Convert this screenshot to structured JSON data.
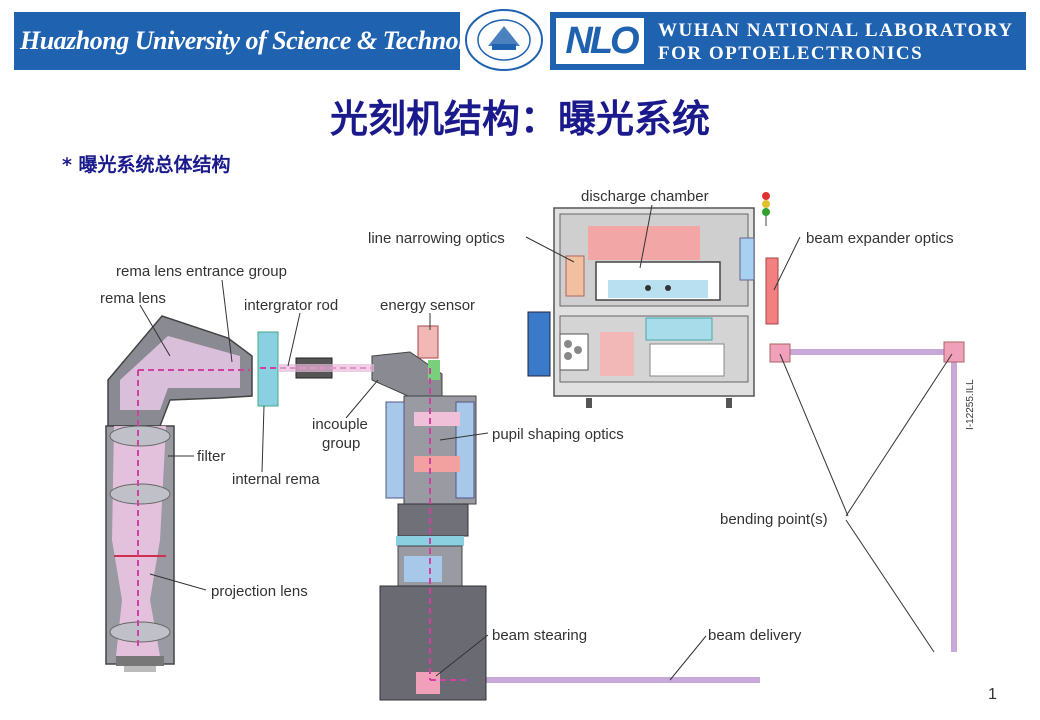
{
  "header": {
    "university_name": "Huazhong University of Science & Technology",
    "lab_logo_text": "NLO",
    "lab_name_line1": "WUHAN NATIONAL LABORATORY",
    "lab_name_line2": "FOR OPTOELECTRONICS"
  },
  "slide": {
    "title": "光刻机结构：曝光系统",
    "subtitle": "* 曝光系统总体结构",
    "page_number": "1"
  },
  "diagram": {
    "labels": {
      "discharge_chamber": "discharge chamber",
      "line_narrowing_optics": "line narrowing optics",
      "beam_expander_optics": "beam expander optics",
      "rema_lens_entrance_group": "rema lens entrance group",
      "rema_lens": "rema lens",
      "intergrator_rod": "intergrator rod",
      "energy_sensor": "energy sensor",
      "incouple_group_line1": "incouple",
      "incouple_group_line2": "group",
      "pupil_shaping_optics": "pupil shaping optics",
      "filter": "filter",
      "internal_rema": "internal rema",
      "bending_points": "bending point(s)",
      "projection_lens": "projection lens",
      "beam_stearing": "beam stearing",
      "beam_delivery": "beam delivery",
      "figure_code": "I-12255.ILL"
    }
  }
}
